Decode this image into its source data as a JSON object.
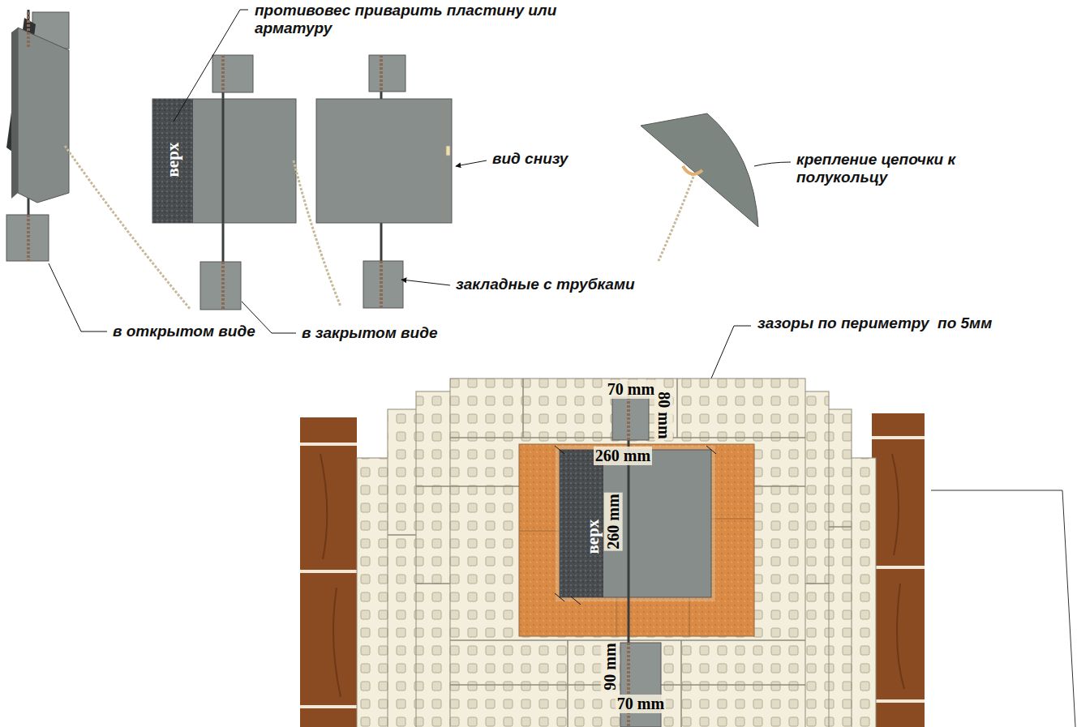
{
  "diagram": {
    "labels": [
      "противовес приварить пластину или арматуру",
      "верх",
      "вид снизу",
      "крепление цепочки к полукольцу",
      "закладные с трубками",
      "в открытом виде",
      "в закрытом виде",
      "зазоры по периметру  по 5мм",
      "70 mm",
      "80 mm",
      "260 mm",
      "верх",
      "260 mm",
      "90 mm",
      "70 mm"
    ]
  }
}
